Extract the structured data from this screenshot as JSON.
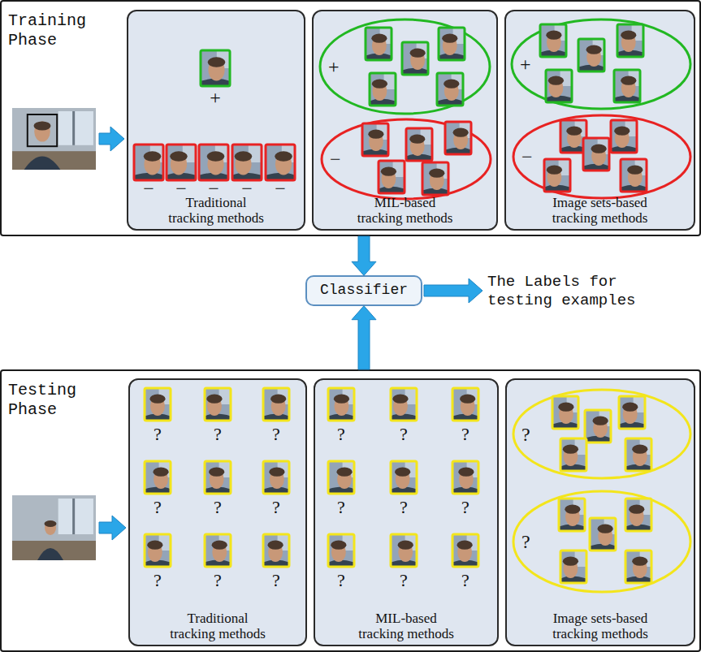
{
  "diagram": {
    "nodes": [
      {
        "text": [
          "Training Phase"
        ]
      },
      {
        "text": [
          "Traditional tracking methods"
        ],
        "in": 0
      },
      {
        "text": [
          "MIL-based tracking methods"
        ],
        "in": 0
      },
      {
        "text": [
          "Image sets-based tracking methods"
        ],
        "in": 0
      },
      {
        "text": [
          "+"
        ],
        "in": 2
      },
      {
        "text": [
          "−"
        ],
        "in": 2
      },
      {
        "text": [
          "+"
        ],
        "in": 3
      },
      {
        "text": [
          "−"
        ],
        "in": 3
      },
      {
        "text": [
          "Classifier"
        ]
      },
      {
        "text": [
          "Testing Phase"
        ]
      },
      {
        "text": [
          "Traditional tracking methods"
        ],
        "in": 9
      },
      {
        "text": [
          "MIL-based tracking methods"
        ],
        "in": 9
      },
      {
        "text": [
          "Image sets-based tracking methods"
        ],
        "in": 9
      },
      {
        "text": [
          "?"
        ],
        "in": 12
      },
      {
        "text": [
          "?"
        ],
        "in": 12
      }
    ],
    "edges": [
      {
        "from": 0,
        "to": 8,
        "arrow": "to"
      },
      {
        "from": 9,
        "to": 8,
        "arrow": "to"
      }
    ],
    "labels": [
      "+",
      "−",
      "−",
      "−",
      "−",
      "−",
      "The Labels for testing examples",
      "?",
      "?",
      "?",
      "?",
      "?",
      "?",
      "?",
      "?",
      "?",
      "?",
      "?",
      "?",
      "?",
      "?",
      "?",
      "?",
      "?",
      "?"
    ]
  }
}
